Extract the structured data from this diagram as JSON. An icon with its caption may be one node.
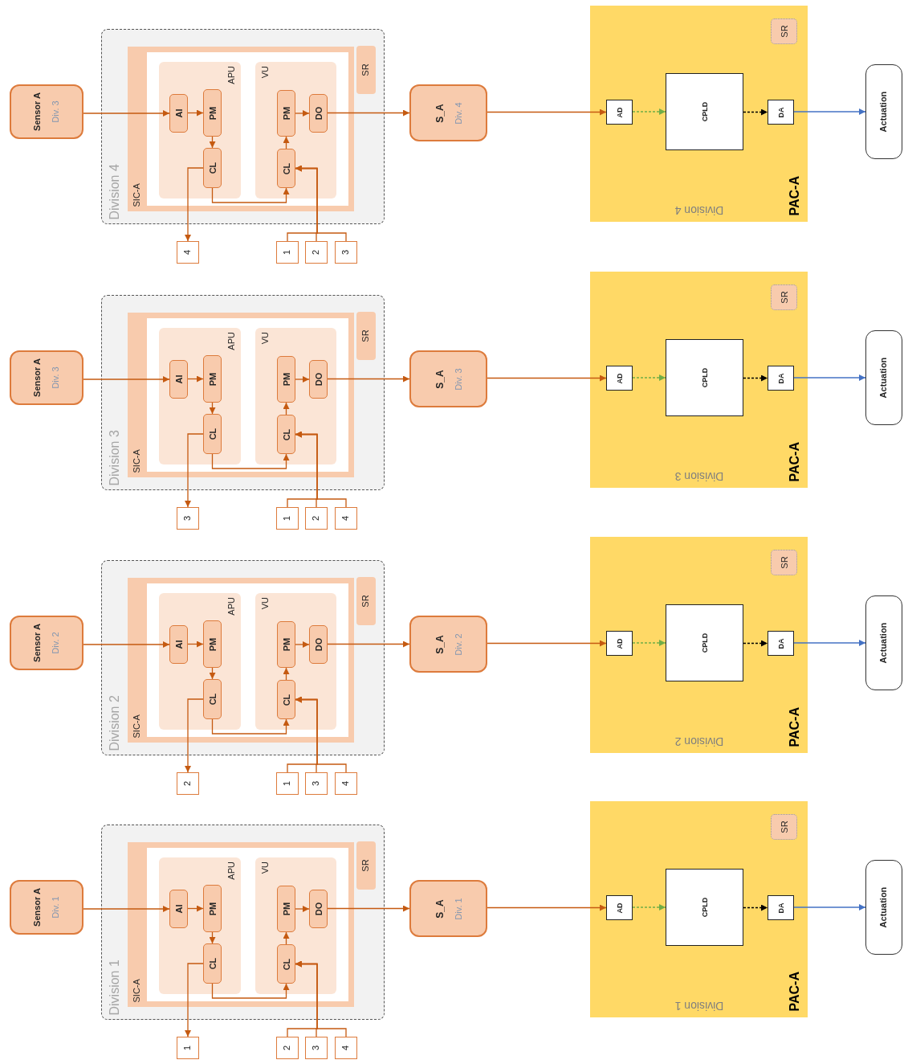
{
  "diagram": {
    "nodes": [
      {
        "text": [
          "Sensor A",
          "Div. 3"
        ]
      },
      {
        "text": [
          "Division 4"
        ]
      },
      {
        "text": [
          "SIC-A"
        ],
        "in": 1
      },
      {
        "text": [
          "SR"
        ],
        "in": 1
      },
      {
        "text": [
          "APU"
        ],
        "in": 2
      },
      {
        "text": [
          "VU"
        ],
        "in": 2
      },
      {
        "text": [
          "AI"
        ],
        "in": 4
      },
      {
        "text": [
          "PM"
        ],
        "in": 4
      },
      {
        "text": [
          "CL"
        ],
        "in": 4
      },
      {
        "text": [
          "PM"
        ],
        "in": 5
      },
      {
        "text": [
          "CL"
        ],
        "in": 5
      },
      {
        "text": [
          "DO"
        ],
        "in": 5
      },
      {
        "text": [
          "4"
        ]
      },
      {
        "text": [
          "1"
        ]
      },
      {
        "text": [
          "2"
        ]
      },
      {
        "text": [
          "3"
        ]
      },
      {
        "text": [
          "S_A",
          "Div. 4"
        ]
      },
      {
        "text": [
          "Division 4",
          "PAC-A"
        ]
      },
      {
        "text": [
          "SR"
        ],
        "in": 17
      },
      {
        "text": [
          "AD"
        ],
        "in": 17
      },
      {
        "text": [
          "CPLD"
        ],
        "in": 17
      },
      {
        "text": [
          "DA"
        ],
        "in": 17
      },
      {
        "text": [
          "Actuation"
        ]
      },
      {
        "text": [
          "Sensor A",
          "Div. 3"
        ]
      },
      {
        "text": [
          "Division 3"
        ]
      },
      {
        "text": [
          "SIC-A"
        ],
        "in": 24
      },
      {
        "text": [
          "SR"
        ],
        "in": 24
      },
      {
        "text": [
          "APU"
        ],
        "in": 25
      },
      {
        "text": [
          "VU"
        ],
        "in": 25
      },
      {
        "text": [
          "AI"
        ],
        "in": 27
      },
      {
        "text": [
          "PM"
        ],
        "in": 27
      },
      {
        "text": [
          "CL"
        ],
        "in": 27
      },
      {
        "text": [
          "PM"
        ],
        "in": 28
      },
      {
        "text": [
          "CL"
        ],
        "in": 28
      },
      {
        "text": [
          "DO"
        ],
        "in": 28
      },
      {
        "text": [
          "3"
        ]
      },
      {
        "text": [
          "1"
        ]
      },
      {
        "text": [
          "2"
        ]
      },
      {
        "text": [
          "4"
        ]
      },
      {
        "text": [
          "S_A",
          "Div. 3"
        ]
      },
      {
        "text": [
          "Division 3",
          "PAC-A"
        ]
      },
      {
        "text": [
          "SR"
        ],
        "in": 40
      },
      {
        "text": [
          "AD"
        ],
        "in": 40
      },
      {
        "text": [
          "CPLD"
        ],
        "in": 40
      },
      {
        "text": [
          "DA"
        ],
        "in": 40
      },
      {
        "text": [
          "Actuation"
        ]
      },
      {
        "text": [
          "Sensor A",
          "Div. 2"
        ]
      },
      {
        "text": [
          "Division 2"
        ]
      },
      {
        "text": [
          "SIC-A"
        ],
        "in": 47
      },
      {
        "text": [
          "SR"
        ],
        "in": 47
      },
      {
        "text": [
          "APU"
        ],
        "in": 48
      },
      {
        "text": [
          "VU"
        ],
        "in": 48
      },
      {
        "text": [
          "AI"
        ],
        "in": 50
      },
      {
        "text": [
          "PM"
        ],
        "in": 50
      },
      {
        "text": [
          "CL"
        ],
        "in": 50
      },
      {
        "text": [
          "PM"
        ],
        "in": 51
      },
      {
        "text": [
          "CL"
        ],
        "in": 51
      },
      {
        "text": [
          "DO"
        ],
        "in": 51
      },
      {
        "text": [
          "2"
        ]
      },
      {
        "text": [
          "1"
        ]
      },
      {
        "text": [
          "3"
        ]
      },
      {
        "text": [
          "4"
        ]
      },
      {
        "text": [
          "S_A",
          "Div. 2"
        ]
      },
      {
        "text": [
          "Division 2",
          "PAC-A"
        ]
      },
      {
        "text": [
          "SR"
        ],
        "in": 63
      },
      {
        "text": [
          "AD"
        ],
        "in": 63
      },
      {
        "text": [
          "CPLD"
        ],
        "in": 63
      },
      {
        "text": [
          "DA"
        ],
        "in": 63
      },
      {
        "text": [
          "Actuation"
        ]
      },
      {
        "text": [
          "Sensor A",
          "Div. 1"
        ]
      },
      {
        "text": [
          "Division 1"
        ]
      },
      {
        "text": [
          "SIC-A"
        ],
        "in": 70
      },
      {
        "text": [
          "SR"
        ],
        "in": 70
      },
      {
        "text": [
          "APU"
        ],
        "in": 71
      },
      {
        "text": [
          "VU"
        ],
        "in": 71
      },
      {
        "text": [
          "AI"
        ],
        "in": 73
      },
      {
        "text": [
          "PM"
        ],
        "in": 73
      },
      {
        "text": [
          "CL"
        ],
        "in": 73
      },
      {
        "text": [
          "PM"
        ],
        "in": 74
      },
      {
        "text": [
          "CL"
        ],
        "in": 74
      },
      {
        "text": [
          "DO"
        ],
        "in": 74
      },
      {
        "text": [
          "1"
        ]
      },
      {
        "text": [
          "2"
        ]
      },
      {
        "text": [
          "3"
        ]
      },
      {
        "text": [
          "4"
        ]
      },
      {
        "text": [
          "S_A",
          "Div. 1"
        ]
      },
      {
        "text": [
          "Division 1",
          "PAC-A"
        ]
      },
      {
        "text": [
          "SR"
        ],
        "in": 86
      },
      {
        "text": [
          "AD"
        ],
        "in": 86
      },
      {
        "text": [
          "CPLD"
        ],
        "in": 86
      },
      {
        "text": [
          "DA"
        ],
        "in": 86
      },
      {
        "text": [
          "Actuation"
        ]
      }
    ],
    "edges": [
      {
        "from": 0,
        "to": 6,
        "arrow": "to"
      },
      {
        "from": 6,
        "to": 7,
        "arrow": "to"
      },
      {
        "from": 7,
        "to": 8,
        "arrow": "to"
      },
      {
        "from": 8,
        "to": 12,
        "arrow": "to"
      },
      {
        "from": 8,
        "to": 10,
        "arrow": "to"
      },
      {
        "from": 10,
        "to": 9,
        "arrow": "to"
      },
      {
        "from": 9,
        "to": 11,
        "arrow": "to"
      },
      {
        "from": 11,
        "to": 16,
        "arrow": "to"
      },
      {
        "from": 13,
        "to": 10,
        "arrow": "to"
      },
      {
        "from": 14,
        "to": 10,
        "arrow": "to"
      },
      {
        "from": 15,
        "to": 10,
        "arrow": "to"
      },
      {
        "from": 16,
        "to": 19,
        "arrow": "to"
      },
      {
        "from": 19,
        "to": 20,
        "arrow": "to",
        "style": "dashed",
        "color": "#70ad47"
      },
      {
        "from": 20,
        "to": 21,
        "arrow": "to",
        "style": "dashed",
        "color": "#000000"
      },
      {
        "from": 21,
        "to": 22,
        "arrow": "to",
        "color": "#4472c4"
      },
      {
        "from": 23,
        "to": 29,
        "arrow": "to"
      },
      {
        "from": 29,
        "to": 30,
        "arrow": "to"
      },
      {
        "from": 30,
        "to": 31,
        "arrow": "to"
      },
      {
        "from": 31,
        "to": 35,
        "arrow": "to"
      },
      {
        "from": 31,
        "to": 33,
        "arrow": "to"
      },
      {
        "from": 33,
        "to": 32,
        "arrow": "to"
      },
      {
        "from": 32,
        "to": 34,
        "arrow": "to"
      },
      {
        "from": 34,
        "to": 39,
        "arrow": "to"
      },
      {
        "from": 36,
        "to": 33,
        "arrow": "to"
      },
      {
        "from": 37,
        "to": 33,
        "arrow": "to"
      },
      {
        "from": 38,
        "to": 33,
        "arrow": "to"
      },
      {
        "from": 39,
        "to": 42,
        "arrow": "to"
      },
      {
        "from": 42,
        "to": 43,
        "arrow": "to",
        "style": "dashed",
        "color": "#70ad47"
      },
      {
        "from": 43,
        "to": 44,
        "arrow": "to",
        "style": "dashed",
        "color": "#000000"
      },
      {
        "from": 44,
        "to": 45,
        "arrow": "to",
        "color": "#4472c4"
      },
      {
        "from": 46,
        "to": 52,
        "arrow": "to"
      },
      {
        "from": 52,
        "to": 53,
        "arrow": "to"
      },
      {
        "from": 53,
        "to": 54,
        "arrow": "to"
      },
      {
        "from": 54,
        "to": 58,
        "arrow": "to"
      },
      {
        "from": 54,
        "to": 56,
        "arrow": "to"
      },
      {
        "from": 56,
        "to": 55,
        "arrow": "to"
      },
      {
        "from": 55,
        "to": 57,
        "arrow": "to"
      },
      {
        "from": 57,
        "to": 62,
        "arrow": "to"
      },
      {
        "from": 59,
        "to": 56,
        "arrow": "to"
      },
      {
        "from": 60,
        "to": 56,
        "arrow": "to"
      },
      {
        "from": 61,
        "to": 56,
        "arrow": "to"
      },
      {
        "from": 62,
        "to": 65,
        "arrow": "to"
      },
      {
        "from": 65,
        "to": 66,
        "arrow": "to",
        "style": "dashed",
        "color": "#70ad47"
      },
      {
        "from": 66,
        "to": 67,
        "arrow": "to",
        "style": "dashed",
        "color": "#000000"
      },
      {
        "from": 67,
        "to": 68,
        "arrow": "to",
        "color": "#4472c4"
      },
      {
        "from": 69,
        "to": 75,
        "arrow": "to"
      },
      {
        "from": 75,
        "to": 76,
        "arrow": "to"
      },
      {
        "from": 76,
        "to": 77,
        "arrow": "to"
      },
      {
        "from": 77,
        "to": 81,
        "arrow": "to"
      },
      {
        "from": 77,
        "to": 79,
        "arrow": "to"
      },
      {
        "from": 79,
        "to": 78,
        "arrow": "to"
      },
      {
        "from": 78,
        "to": 80,
        "arrow": "to"
      },
      {
        "from": 80,
        "to": 85,
        "arrow": "to"
      },
      {
        "from": 82,
        "to": 79,
        "arrow": "to"
      },
      {
        "from": 83,
        "to": 79,
        "arrow": "to"
      },
      {
        "from": 84,
        "to": 79,
        "arrow": "to"
      },
      {
        "from": 85,
        "to": 88,
        "arrow": "to"
      },
      {
        "from": 88,
        "to": 89,
        "arrow": "to",
        "style": "dashed",
        "color": "#70ad47"
      },
      {
        "from": 89,
        "to": 90,
        "arrow": "to",
        "style": "dashed",
        "color": "#000000"
      },
      {
        "from": 90,
        "to": 91,
        "arrow": "to",
        "color": "#4472c4"
      }
    ]
  }
}
